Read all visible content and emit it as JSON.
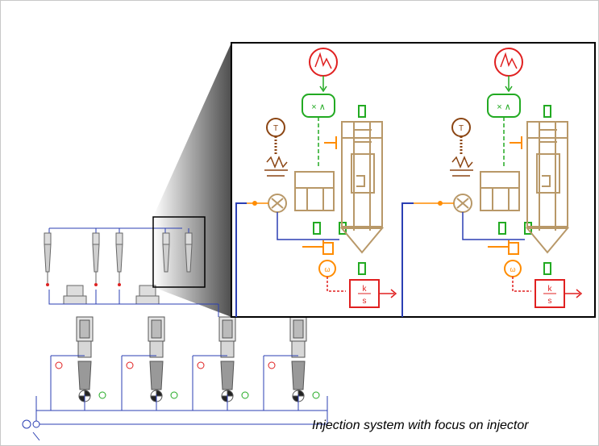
{
  "caption": "Injection system with focus on injector",
  "colors": {
    "background": "#ffffff",
    "pipe_blue": "#2b3fb3",
    "component_tan": "#b89868",
    "signal_green": "#22aa22",
    "source_red": "#e02020",
    "sensor_brown": "#8b4513",
    "controller_orange": "#ff8c00",
    "zoom_gradient_dark": "#3a3a3a"
  },
  "zoom_panel": {
    "integrator_numerator": "k",
    "integrator_denominator": "s",
    "temperature_symbol": "T",
    "flow_symbol": "ω"
  }
}
